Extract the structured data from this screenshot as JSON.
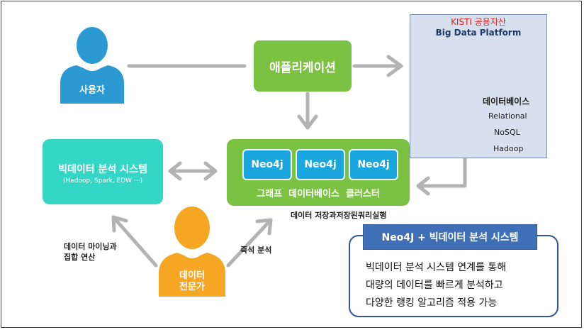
{
  "user": {
    "label": "사용자"
  },
  "application": {
    "label": "애플리케이션"
  },
  "platform": {
    "owner": "KISTI 공용자산",
    "title": "Big Data Platform",
    "db_label": "데이터베이스",
    "db_types": [
      "Relational",
      "NoSQL",
      "Hadoop"
    ]
  },
  "analysis": {
    "title": "빅데이터 분석 시스템",
    "subtitle": "(Hadoop, Spark, EDW ···)"
  },
  "cluster": {
    "nodes": [
      "Neo4j",
      "Neo4j",
      "Neo4j"
    ],
    "label": "그래프  데이터베이스  클러스터"
  },
  "cluster_caption": "데이터 저장과저장된쿼리실행",
  "expert": {
    "label_line1": "데이터",
    "label_line2": "전문가"
  },
  "mining_label": {
    "line1": "데이터 마이닝과",
    "line2": "집합 연산"
  },
  "instant_label": "즉석 분석",
  "info": {
    "title": "Neo4J + 빅데이터 분석 시스템",
    "lines": [
      "빅데이터 분석 시스템 연계를 통해",
      "대량의 데이터를 빠르게 분석하고",
      "다양한 랭킹 알고리즘 적용 가능"
    ]
  },
  "colors": {
    "user": "#2b9ad2",
    "expert": "#f5a623",
    "green": "#7cc242",
    "teal": "#34d7c5",
    "neo": "#1aa7e0",
    "platform_bg": "#d6e0ee",
    "arrow": "#b0b0b0",
    "info_title": "#3f6fb5"
  }
}
